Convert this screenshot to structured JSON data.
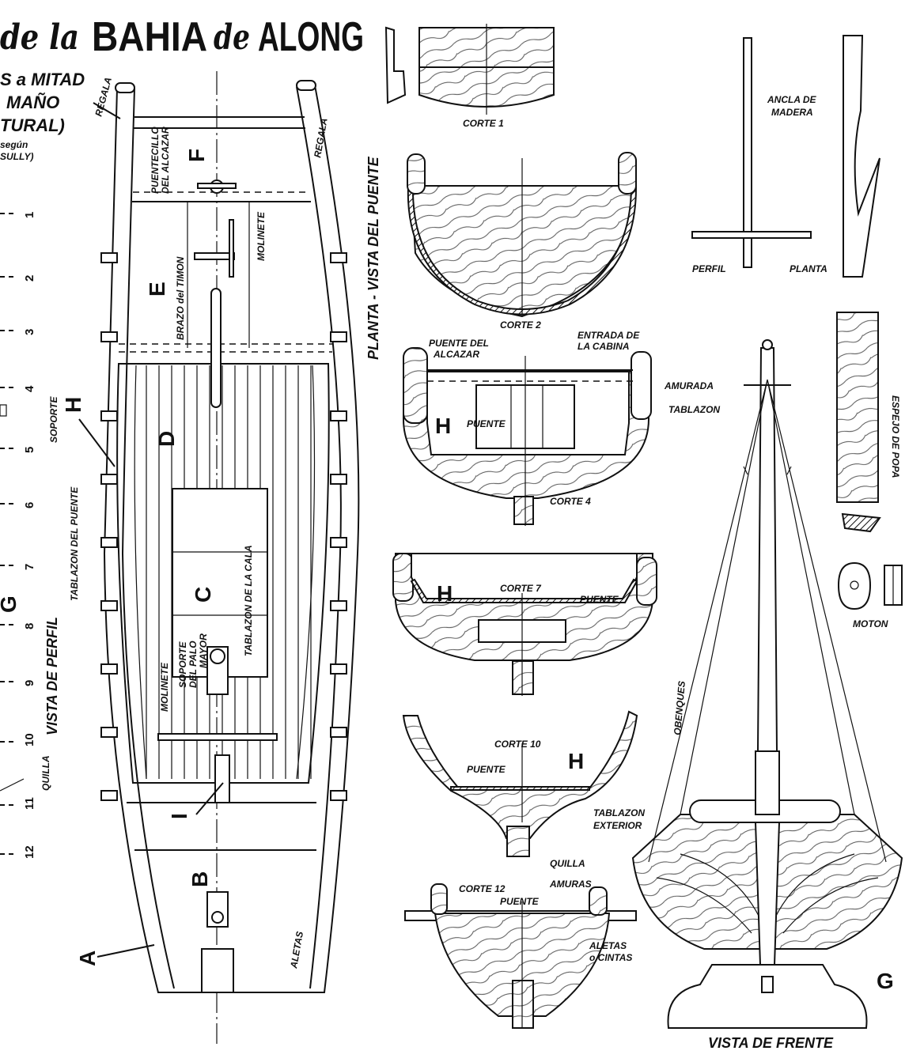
{
  "title": {
    "script1": "de la",
    "main1": "BAHIA",
    "script2": "de",
    "main2": "ALONG"
  },
  "subtitle": [
    "S a MITAD",
    "MAÑO",
    "TURAL)",
    "según",
    "SULLY)"
  ],
  "ruler": {
    "numbers": [
      "1",
      "2",
      "3",
      "4",
      "5",
      "6",
      "7",
      "8",
      "9",
      "10",
      "11",
      "12"
    ],
    "soporte": "SOPORTE",
    "g": "G",
    "vista_perfil": "VISTA DE PERFIL",
    "quilla": "QUILLA"
  },
  "plan": {
    "heading": "PLANTA - VISTA DEL PUENTE",
    "regala": "REGALA",
    "puentecillo": [
      "PUENTECILLO",
      "DEL ALCAZAR"
    ],
    "molinete": "MOLINETE",
    "brazo_timon": "BRAZO del TIMON",
    "tablazon_puente": "TABLAZON DEL PUENTE",
    "tablazon_cala": "TABLAZON DE LA CALA",
    "soporte_palo": [
      "SOPORTE",
      "DEL PALO",
      "MAYOR"
    ],
    "aletas": "ALETAS",
    "letters": {
      "a": "A",
      "b": "B",
      "c": "C",
      "d": "D",
      "e": "E",
      "f": "F",
      "h": "H",
      "i": "I"
    }
  },
  "sections": {
    "corte1": "CORTE 1",
    "corte2": "CORTE 2",
    "corte4": "CORTE 4",
    "corte7": "CORTE 7",
    "corte10": "CORTE 10",
    "corte12": "CORTE 12",
    "puente_alcazar": [
      "PUENTE DEL",
      "ALCAZAR"
    ],
    "entrada_cabina": [
      "ENTRADA DE",
      "LA CABINA"
    ],
    "amurada": "AMURADA",
    "tablazon": "TABLAZON",
    "puente": "PUENTE",
    "h": "H",
    "tablazon_exterior": [
      "TABLAZON",
      "EXTERIOR"
    ],
    "quilla": "QUILLA",
    "amuras": "AMURAS",
    "aletas_cintas": [
      "ALETAS",
      "o CINTAS"
    ]
  },
  "anchor": {
    "title": [
      "ANCLA DE",
      "MADERA"
    ],
    "perfil": "PERFIL",
    "planta": "PLANTA"
  },
  "espejo": "ESPEJO DE POPA",
  "moton": "MOTON",
  "front": {
    "obenques": "OBENQUES",
    "title": "VISTA DE FRENTE",
    "g": "G"
  }
}
